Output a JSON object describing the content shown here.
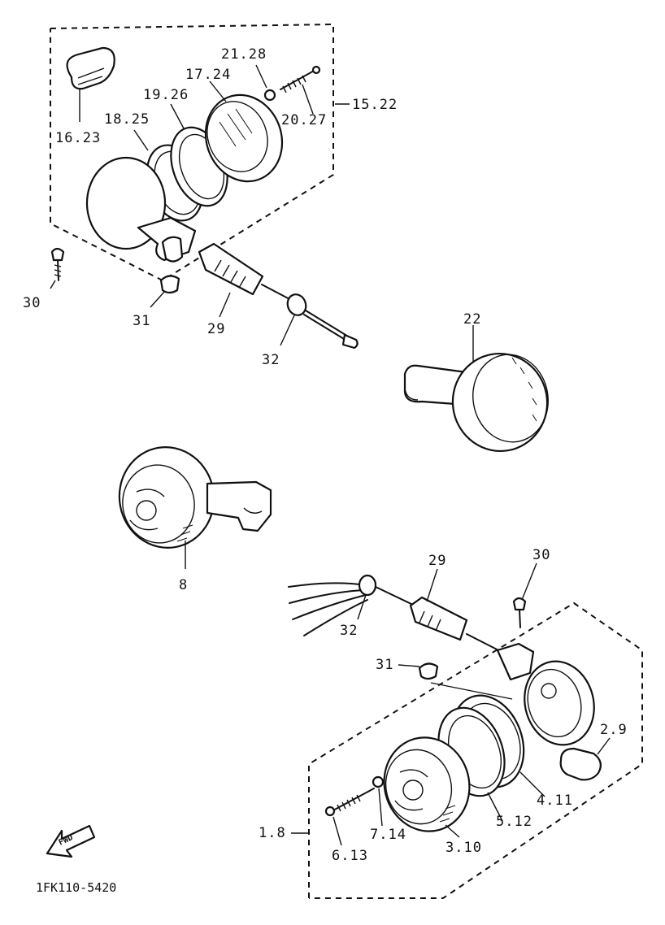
{
  "diagram_code": "1FK110-5420",
  "fwd_label": "FWD",
  "upper_assembly": {
    "labels": {
      "bulb": "16.23",
      "lens_gasket": "18.25",
      "rim_ring": "19.26",
      "lens": "17.24",
      "nut": "21.28",
      "screw": "20.27",
      "assembly": "15.22",
      "bolt": "30",
      "grommet": "31",
      "socket": "29",
      "clamp": "32"
    }
  },
  "right_housing": {
    "label": "22"
  },
  "left_housing": {
    "label": "8"
  },
  "lower_assembly": {
    "labels": {
      "socket": "29",
      "bolt": "30",
      "clamp": "32",
      "grommet": "31",
      "bulb": "2.9",
      "ring": "4.11",
      "gasket": "5.12",
      "lens": "3.10",
      "nut": "7.14",
      "screw": "6.13",
      "assembly": "1.8"
    }
  }
}
